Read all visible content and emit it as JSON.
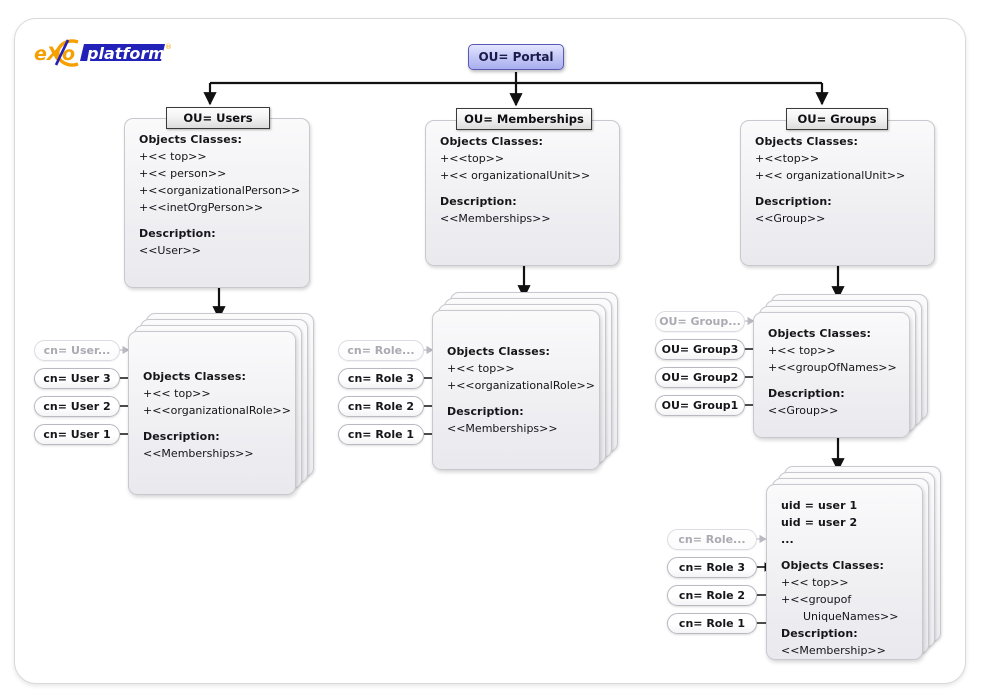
{
  "logo": {
    "alt": "eXo platform",
    "text_exo": "eXo",
    "text_platform": "platform",
    "registered": "®",
    "colors": {
      "orange": "#F5A000",
      "blue": "#2222B8"
    }
  },
  "diagram": {
    "root": {
      "label": "OU= Portal"
    },
    "branches": [
      {
        "id": "users",
        "tab": "OU= Users",
        "objects_header": "Objects Classes:",
        "objects": [
          "+<< top>>",
          "+<< person>>",
          "+<<organizationalPerson>>",
          "+<<inetOrgPerson>>"
        ],
        "description_header": "Description:",
        "description": "<<User>>"
      },
      {
        "id": "memberships",
        "tab": "OU= Memberships",
        "objects_header": "Objects Classes:",
        "objects": [
          "+<<top>>",
          "+<< organizationalUnit>>"
        ],
        "description_header": "Description:",
        "description": "<<Memberships>>"
      },
      {
        "id": "groups",
        "tab": "OU= Groups",
        "objects_header": "Objects Classes:",
        "objects": [
          "+<<top>>",
          "+<< organizationalUnit>>"
        ],
        "description_header": "Description:",
        "description": "<<Group>>"
      }
    ],
    "leaves": [
      {
        "id": "users-leaf",
        "objects_header": "Objects Classes:",
        "objects": [
          "+<< top>>",
          "+<<organizationalRole>>"
        ],
        "description_header": "Description:",
        "description": "<<Memberships>>",
        "pills": [
          "cn= User...",
          "cn= User 3",
          "cn= User 2",
          "cn= User 1"
        ]
      },
      {
        "id": "memberships-leaf",
        "objects_header": "Objects Classes:",
        "objects": [
          "+<< top>>",
          "+<<organizationalRole>>"
        ],
        "description_header": "Description:",
        "description": "<<Memberships>>",
        "pills": [
          "cn= Role...",
          "cn= Role 3",
          "cn= Role 2",
          "cn= Role 1"
        ]
      },
      {
        "id": "groups-leaf",
        "objects_header": "Objects Classes:",
        "objects": [
          "+<< top>>",
          "+<<groupOfNames>>"
        ],
        "description_header": "Description:",
        "description": "<<Group>>",
        "pills": [
          "OU= Group...",
          "OU= Group3",
          "OU= Group2",
          "OU= Group1"
        ]
      },
      {
        "id": "membership-entries-leaf",
        "uids": [
          "uid = user 1",
          "uid = user 2",
          "..."
        ],
        "objects_header": "Objects Classes:",
        "objects": [
          "+<< top>>",
          "+<<groupof",
          "UniqueNames>>"
        ],
        "description_header": "Description:",
        "description": "<<Membership>>",
        "pills": [
          "cn= Role...",
          "cn= Role 3",
          "cn= Role 2",
          "cn= Role 1"
        ]
      }
    ]
  }
}
